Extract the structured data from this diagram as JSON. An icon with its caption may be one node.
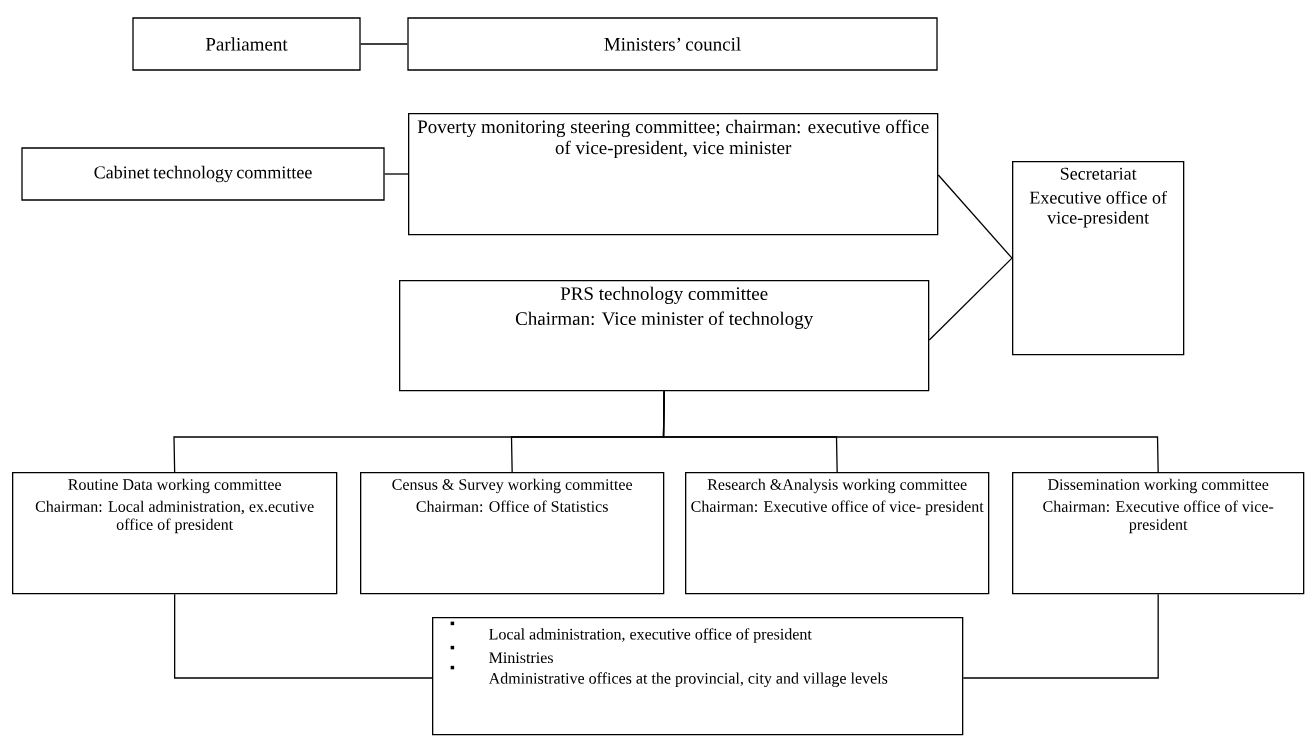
{
  "diagram": {
    "nodes": [
      {
        "text": [
          "Parliament"
        ]
      },
      {
        "text": [
          "Ministers’ council"
        ]
      },
      {
        "text": [
          "Cabinet technology committee"
        ]
      },
      {
        "text": [
          "Poverty monitoring steering committee; chairman: executive office of vice-president, vice minister"
        ]
      },
      {
        "text": [
          "Secretariat",
          "Executive office of vice-president"
        ]
      },
      {
        "text": [
          "PRS technology committee",
          "Chairman: Vice minister of technology"
        ]
      },
      {
        "text": [
          "Routine Data working committee",
          "Chairman: Local administration, ex.ecutive office of president"
        ]
      },
      {
        "text": [
          "Census & Survey working committee",
          "Chairman: Office of Statistics"
        ]
      },
      {
        "text": [
          "Research &Analysis working committee",
          "Chairman: Executive office of vice- president"
        ]
      },
      {
        "text": [
          "Dissemination working committee",
          "Chairman: Executive office of vice- president"
        ]
      },
      {
        "text": [
          "Local administration, executive office of president",
          "Ministries",
          "Administrative offices at the provincial, city and village levels"
        ]
      }
    ],
    "edges": [
      {
        "from": 0,
        "to": 1,
        "arrow": "none"
      },
      {
        "from": 2,
        "to": 3,
        "arrow": "none"
      },
      {
        "from": 3,
        "to": 4,
        "arrow": "none"
      },
      {
        "from": 5,
        "to": 4,
        "arrow": "none"
      },
      {
        "from": 5,
        "to": 6,
        "arrow": "none"
      },
      {
        "from": 5,
        "to": 7,
        "arrow": "none"
      },
      {
        "from": 5,
        "to": 8,
        "arrow": "none"
      },
      {
        "from": 5,
        "to": 9,
        "arrow": "none"
      },
      {
        "from": 6,
        "to": 10,
        "arrow": "none"
      },
      {
        "from": 9,
        "to": 10,
        "arrow": "none"
      }
    ]
  }
}
